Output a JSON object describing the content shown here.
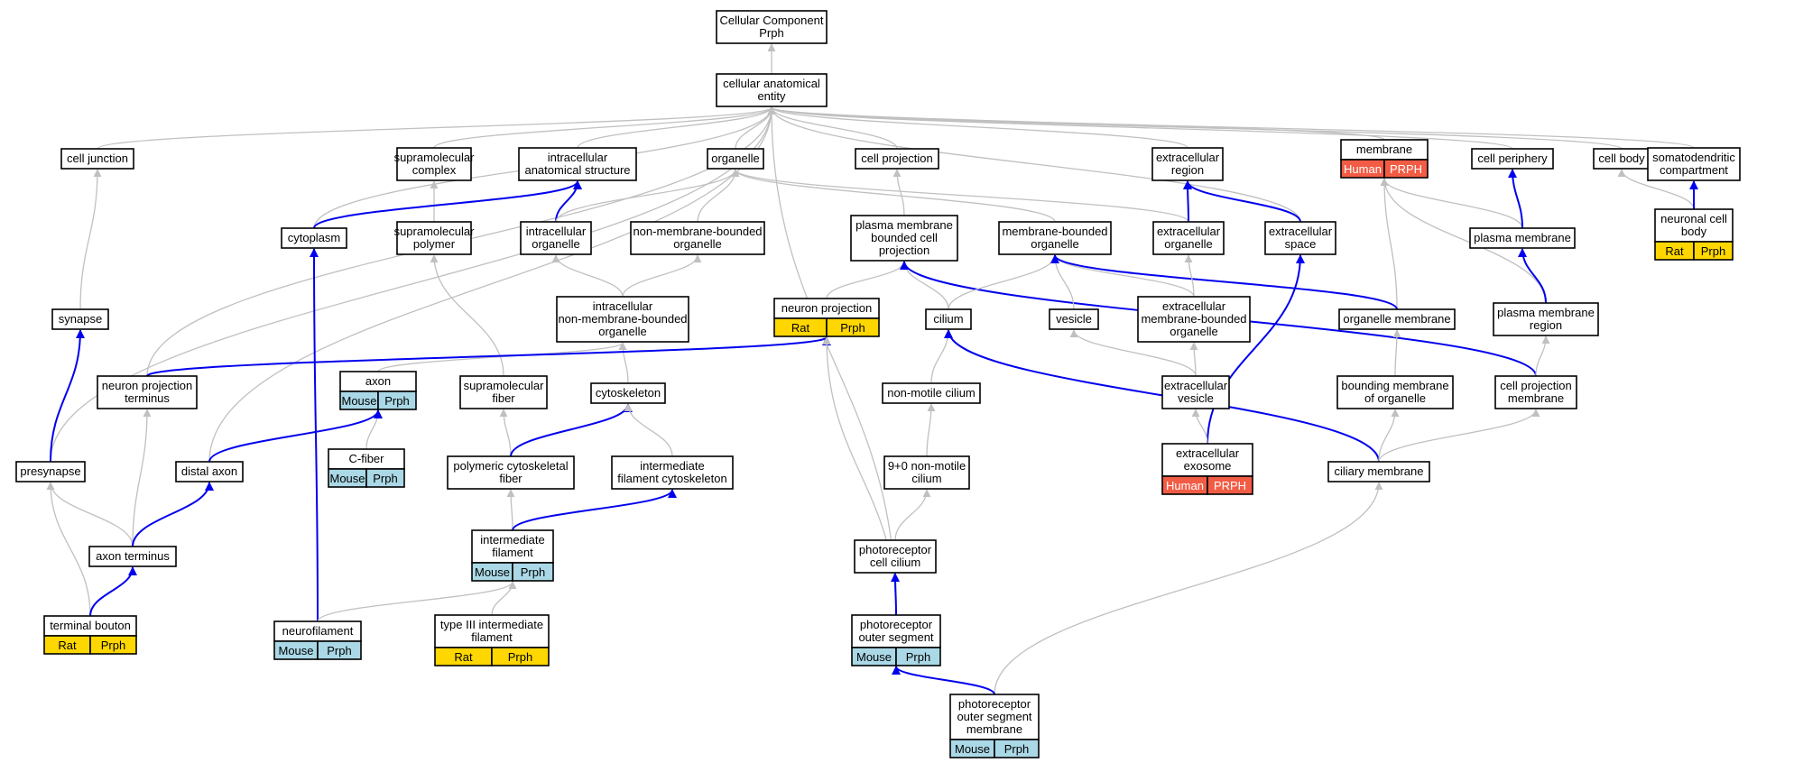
{
  "colors": {
    "is_a_edge": "#c0c0c0",
    "part_of_edge": "#0000ee",
    "node_border": "#000000",
    "tag_human": "#f25c45",
    "tag_rat": "#ffd700",
    "tag_mouse": "#aad8e6"
  },
  "tag_colors": {
    "Human": "#f25c45",
    "Rat": "#ffd700",
    "Mouse": "#aad8e6"
  },
  "nodes": [
    {
      "id": "cc_root",
      "lines": [
        "Cellular Component",
        "Prph"
      ]
    },
    {
      "id": "cae",
      "lines": [
        "cellular anatomical",
        "entity"
      ]
    },
    {
      "id": "cell_junction",
      "lines": [
        "cell junction"
      ]
    },
    {
      "id": "supramol_complex",
      "lines": [
        "supramolecular",
        "complex"
      ]
    },
    {
      "id": "ias",
      "lines": [
        "intracellular",
        "anatomical structure"
      ]
    },
    {
      "id": "organelle",
      "lines": [
        "organelle"
      ]
    },
    {
      "id": "cell_projection",
      "lines": [
        "cell projection"
      ]
    },
    {
      "id": "extracellular_region",
      "lines": [
        "extracellular",
        "region"
      ]
    },
    {
      "id": "membrane",
      "lines": [
        "membrane"
      ],
      "tags": [
        "Human",
        "PRPH"
      ]
    },
    {
      "id": "cell_periphery",
      "lines": [
        "cell periphery"
      ]
    },
    {
      "id": "cell_body",
      "lines": [
        "cell body"
      ]
    },
    {
      "id": "somatodendritic",
      "lines": [
        "somatodendritic",
        "compartment"
      ]
    },
    {
      "id": "cytoplasm",
      "lines": [
        "cytoplasm"
      ]
    },
    {
      "id": "supramol_polymer",
      "lines": [
        "supramolecular",
        "polymer"
      ]
    },
    {
      "id": "intracellular_organelle",
      "lines": [
        "intracellular",
        "organelle"
      ]
    },
    {
      "id": "nmb_organelle",
      "lines": [
        "non-membrane-bounded",
        "organelle"
      ]
    },
    {
      "id": "pmb_cell_projection",
      "lines": [
        "plasma membrane",
        "bounded cell",
        "projection"
      ]
    },
    {
      "id": "mb_organelle",
      "lines": [
        "membrane-bounded",
        "organelle"
      ]
    },
    {
      "id": "extracellular_organelle",
      "lines": [
        "extracellular",
        "organelle"
      ]
    },
    {
      "id": "extracellular_space",
      "lines": [
        "extracellular",
        "space"
      ]
    },
    {
      "id": "plasma_membrane",
      "lines": [
        "plasma membrane"
      ]
    },
    {
      "id": "neuronal_cell_body",
      "lines": [
        "neuronal cell",
        "body"
      ],
      "tags": [
        "Rat",
        "Prph"
      ]
    },
    {
      "id": "synapse",
      "lines": [
        "synapse"
      ]
    },
    {
      "id": "inmb_organelle",
      "lines": [
        "intracellular",
        "non-membrane-bounded",
        "organelle"
      ]
    },
    {
      "id": "neuron_projection",
      "lines": [
        "neuron projection"
      ],
      "tags": [
        "Rat",
        "Prph"
      ]
    },
    {
      "id": "cilium",
      "lines": [
        "cilium"
      ]
    },
    {
      "id": "vesicle",
      "lines": [
        "vesicle"
      ]
    },
    {
      "id": "emb_organelle",
      "lines": [
        "extracellular",
        "membrane-bounded",
        "organelle"
      ]
    },
    {
      "id": "organelle_membrane",
      "lines": [
        "organelle membrane"
      ]
    },
    {
      "id": "pm_region",
      "lines": [
        "plasma membrane",
        "region"
      ]
    },
    {
      "id": "npt",
      "lines": [
        "neuron projection",
        "terminus"
      ]
    },
    {
      "id": "axon",
      "lines": [
        "axon"
      ],
      "tags": [
        "Mouse",
        "Prph"
      ]
    },
    {
      "id": "supramol_fiber",
      "lines": [
        "supramolecular",
        "fiber"
      ]
    },
    {
      "id": "cytoskeleton",
      "lines": [
        "cytoskeleton"
      ]
    },
    {
      "id": "non_motile_cilium",
      "lines": [
        "non-motile cilium"
      ]
    },
    {
      "id": "extracellular_vesicle",
      "lines": [
        "extracellular",
        "vesicle"
      ]
    },
    {
      "id": "bounding_membrane",
      "lines": [
        "bounding membrane",
        "of organelle"
      ]
    },
    {
      "id": "cp_membrane",
      "lines": [
        "cell projection",
        "membrane"
      ]
    },
    {
      "id": "presynapse",
      "lines": [
        "presynapse"
      ]
    },
    {
      "id": "distal_axon",
      "lines": [
        "distal axon"
      ]
    },
    {
      "id": "c_fiber",
      "lines": [
        "C-fiber"
      ],
      "tags": [
        "Mouse",
        "Prph"
      ]
    },
    {
      "id": "polymeric_cf",
      "lines": [
        "polymeric cytoskeletal",
        "fiber"
      ]
    },
    {
      "id": "if_cytoskeleton",
      "lines": [
        "intermediate",
        "filament cytoskeleton"
      ]
    },
    {
      "id": "nine_zero",
      "lines": [
        "9+0 non-motile",
        "cilium"
      ]
    },
    {
      "id": "extracellular_exosome",
      "lines": [
        "extracellular",
        "exosome"
      ],
      "tags": [
        "Human",
        "PRPH"
      ]
    },
    {
      "id": "ciliary_membrane",
      "lines": [
        "ciliary membrane"
      ]
    },
    {
      "id": "axon_terminus",
      "lines": [
        "axon terminus"
      ]
    },
    {
      "id": "intermediate_filament",
      "lines": [
        "intermediate",
        "filament"
      ],
      "tags": [
        "Mouse",
        "Prph"
      ]
    },
    {
      "id": "photoreceptor_cilium",
      "lines": [
        "photoreceptor",
        "cell cilium"
      ]
    },
    {
      "id": "terminal_bouton",
      "lines": [
        "terminal bouton"
      ],
      "tags": [
        "Rat",
        "Prph"
      ]
    },
    {
      "id": "neurofilament",
      "lines": [
        "neurofilament"
      ],
      "tags": [
        "Mouse",
        "Prph"
      ]
    },
    {
      "id": "type3_if",
      "lines": [
        "type III intermediate",
        "filament"
      ],
      "tags": [
        "Rat",
        "Prph"
      ]
    },
    {
      "id": "pos",
      "lines": [
        "photoreceptor",
        "outer segment"
      ],
      "tags": [
        "Mouse",
        "Prph"
      ]
    },
    {
      "id": "posm",
      "lines": [
        "photoreceptor",
        "outer segment",
        "membrane"
      ],
      "tags": [
        "Mouse",
        "Prph"
      ]
    }
  ],
  "edges": [
    {
      "from": "cc_root",
      "to": "cae",
      "type": "is_a"
    },
    {
      "from": "cae",
      "to": "cell_junction",
      "type": "is_a"
    },
    {
      "from": "cae",
      "to": "supramol_complex",
      "type": "is_a"
    },
    {
      "from": "cae",
      "to": "ias",
      "type": "is_a"
    },
    {
      "from": "cae",
      "to": "organelle",
      "type": "is_a"
    },
    {
      "from": "cae",
      "to": "cell_projection",
      "type": "is_a"
    },
    {
      "from": "cae",
      "to": "extracellular_region",
      "type": "is_a"
    },
    {
      "from": "cae",
      "to": "membrane",
      "type": "is_a"
    },
    {
      "from": "cae",
      "to": "cell_periphery",
      "type": "is_a"
    },
    {
      "from": "cae",
      "to": "cell_body",
      "type": "is_a"
    },
    {
      "from": "cae",
      "to": "somatodendritic",
      "type": "is_a"
    },
    {
      "from": "cae",
      "to": "cytoplasm",
      "type": "is_a"
    },
    {
      "from": "cae",
      "to": "extracellular_space",
      "type": "is_a"
    },
    {
      "from": "cae",
      "to": "presynapse",
      "type": "is_a"
    },
    {
      "from": "cae",
      "to": "npt",
      "type": "is_a"
    },
    {
      "from": "cae",
      "to": "distal_axon",
      "type": "is_a"
    },
    {
      "from": "cae",
      "to": "pos",
      "type": "is_a"
    },
    {
      "from": "cell_junction",
      "to": "synapse",
      "type": "is_a"
    },
    {
      "from": "supramol_complex",
      "to": "supramol_polymer",
      "type": "is_a"
    },
    {
      "from": "ias",
      "to": "cytoplasm",
      "type": "part_of"
    },
    {
      "from": "ias",
      "to": "intracellular_organelle",
      "type": "part_of"
    },
    {
      "from": "organelle",
      "to": "intracellular_organelle",
      "type": "is_a"
    },
    {
      "from": "organelle",
      "to": "nmb_organelle",
      "type": "is_a"
    },
    {
      "from": "organelle",
      "to": "mb_organelle",
      "type": "is_a"
    },
    {
      "from": "organelle",
      "to": "extracellular_organelle",
      "type": "is_a"
    },
    {
      "from": "cell_projection",
      "to": "pmb_cell_projection",
      "type": "is_a"
    },
    {
      "from": "extracellular_region",
      "to": "extracellular_organelle",
      "type": "part_of"
    },
    {
      "from": "extracellular_region",
      "to": "extracellular_space",
      "type": "part_of"
    },
    {
      "from": "membrane",
      "to": "organelle_membrane",
      "type": "is_a"
    },
    {
      "from": "membrane",
      "to": "plasma_membrane",
      "type": "is_a"
    },
    {
      "from": "membrane",
      "to": "pm_region",
      "type": "is_a"
    },
    {
      "from": "cell_periphery",
      "to": "plasma_membrane",
      "type": "part_of"
    },
    {
      "from": "cell_body",
      "to": "neuronal_cell_body",
      "type": "is_a"
    },
    {
      "from": "somatodendritic",
      "to": "neuronal_cell_body",
      "type": "part_of"
    },
    {
      "from": "cytoplasm",
      "to": "neurofilament",
      "type": "part_of"
    },
    {
      "from": "supramol_polymer",
      "to": "supramol_fiber",
      "type": "is_a"
    },
    {
      "from": "intracellular_organelle",
      "to": "inmb_organelle",
      "type": "is_a"
    },
    {
      "from": "nmb_organelle",
      "to": "inmb_organelle",
      "type": "is_a"
    },
    {
      "from": "pmb_cell_projection",
      "to": "neuron_projection",
      "type": "is_a"
    },
    {
      "from": "pmb_cell_projection",
      "to": "cilium",
      "type": "is_a"
    },
    {
      "from": "pmb_cell_projection",
      "to": "cp_membrane",
      "type": "part_of"
    },
    {
      "from": "mb_organelle",
      "to": "cilium",
      "type": "is_a"
    },
    {
      "from": "mb_organelle",
      "to": "vesicle",
      "type": "is_a"
    },
    {
      "from": "mb_organelle",
      "to": "emb_organelle",
      "type": "is_a"
    },
    {
      "from": "mb_organelle",
      "to": "organelle_membrane",
      "type": "part_of"
    },
    {
      "from": "extracellular_organelle",
      "to": "emb_organelle",
      "type": "is_a"
    },
    {
      "from": "extracellular_space",
      "to": "extracellular_exosome",
      "type": "part_of"
    },
    {
      "from": "plasma_membrane",
      "to": "pm_region",
      "type": "part_of"
    },
    {
      "from": "synapse",
      "to": "presynapse",
      "type": "part_of"
    },
    {
      "from": "inmb_organelle",
      "to": "cytoskeleton",
      "type": "is_a"
    },
    {
      "from": "inmb_organelle",
      "to": "axon",
      "type": "is_a"
    },
    {
      "from": "neuron_projection",
      "to": "npt",
      "type": "part_of"
    },
    {
      "from": "neuron_projection",
      "to": "pos",
      "type": "is_a"
    },
    {
      "from": "cilium",
      "to": "non_motile_cilium",
      "type": "is_a"
    },
    {
      "from": "cilium",
      "to": "ciliary_membrane",
      "type": "part_of"
    },
    {
      "from": "vesicle",
      "to": "extracellular_vesicle",
      "type": "is_a"
    },
    {
      "from": "emb_organelle",
      "to": "extracellular_vesicle",
      "type": "is_a"
    },
    {
      "from": "organelle_membrane",
      "to": "bounding_membrane",
      "type": "is_a"
    },
    {
      "from": "pm_region",
      "to": "cp_membrane",
      "type": "is_a"
    },
    {
      "from": "npt",
      "to": "axon_terminus",
      "type": "is_a"
    },
    {
      "from": "axon",
      "to": "c_fiber",
      "type": "is_a"
    },
    {
      "from": "axon",
      "to": "distal_axon",
      "type": "part_of"
    },
    {
      "from": "supramol_fiber",
      "to": "polymeric_cf",
      "type": "is_a"
    },
    {
      "from": "cytoskeleton",
      "to": "polymeric_cf",
      "type": "part_of"
    },
    {
      "from": "cytoskeleton",
      "to": "if_cytoskeleton",
      "type": "is_a"
    },
    {
      "from": "non_motile_cilium",
      "to": "nine_zero",
      "type": "is_a"
    },
    {
      "from": "extracellular_vesicle",
      "to": "extracellular_exosome",
      "type": "is_a"
    },
    {
      "from": "bounding_membrane",
      "to": "ciliary_membrane",
      "type": "is_a"
    },
    {
      "from": "cp_membrane",
      "to": "ciliary_membrane",
      "type": "is_a"
    },
    {
      "from": "presynapse",
      "to": "axon_terminus",
      "type": "is_a"
    },
    {
      "from": "presynapse",
      "to": "terminal_bouton",
      "type": "is_a"
    },
    {
      "from": "distal_axon",
      "to": "axon_terminus",
      "type": "part_of"
    },
    {
      "from": "polymeric_cf",
      "to": "intermediate_filament",
      "type": "is_a"
    },
    {
      "from": "if_cytoskeleton",
      "to": "intermediate_filament",
      "type": "part_of"
    },
    {
      "from": "nine_zero",
      "to": "photoreceptor_cilium",
      "type": "is_a"
    },
    {
      "from": "ciliary_membrane",
      "to": "posm",
      "type": "is_a"
    },
    {
      "from": "axon_terminus",
      "to": "terminal_bouton",
      "type": "part_of"
    },
    {
      "from": "intermediate_filament",
      "to": "neurofilament",
      "type": "is_a"
    },
    {
      "from": "intermediate_filament",
      "to": "type3_if",
      "type": "is_a"
    },
    {
      "from": "photoreceptor_cilium",
      "to": "pos",
      "type": "part_of"
    },
    {
      "from": "pos",
      "to": "posm",
      "type": "part_of"
    }
  ]
}
